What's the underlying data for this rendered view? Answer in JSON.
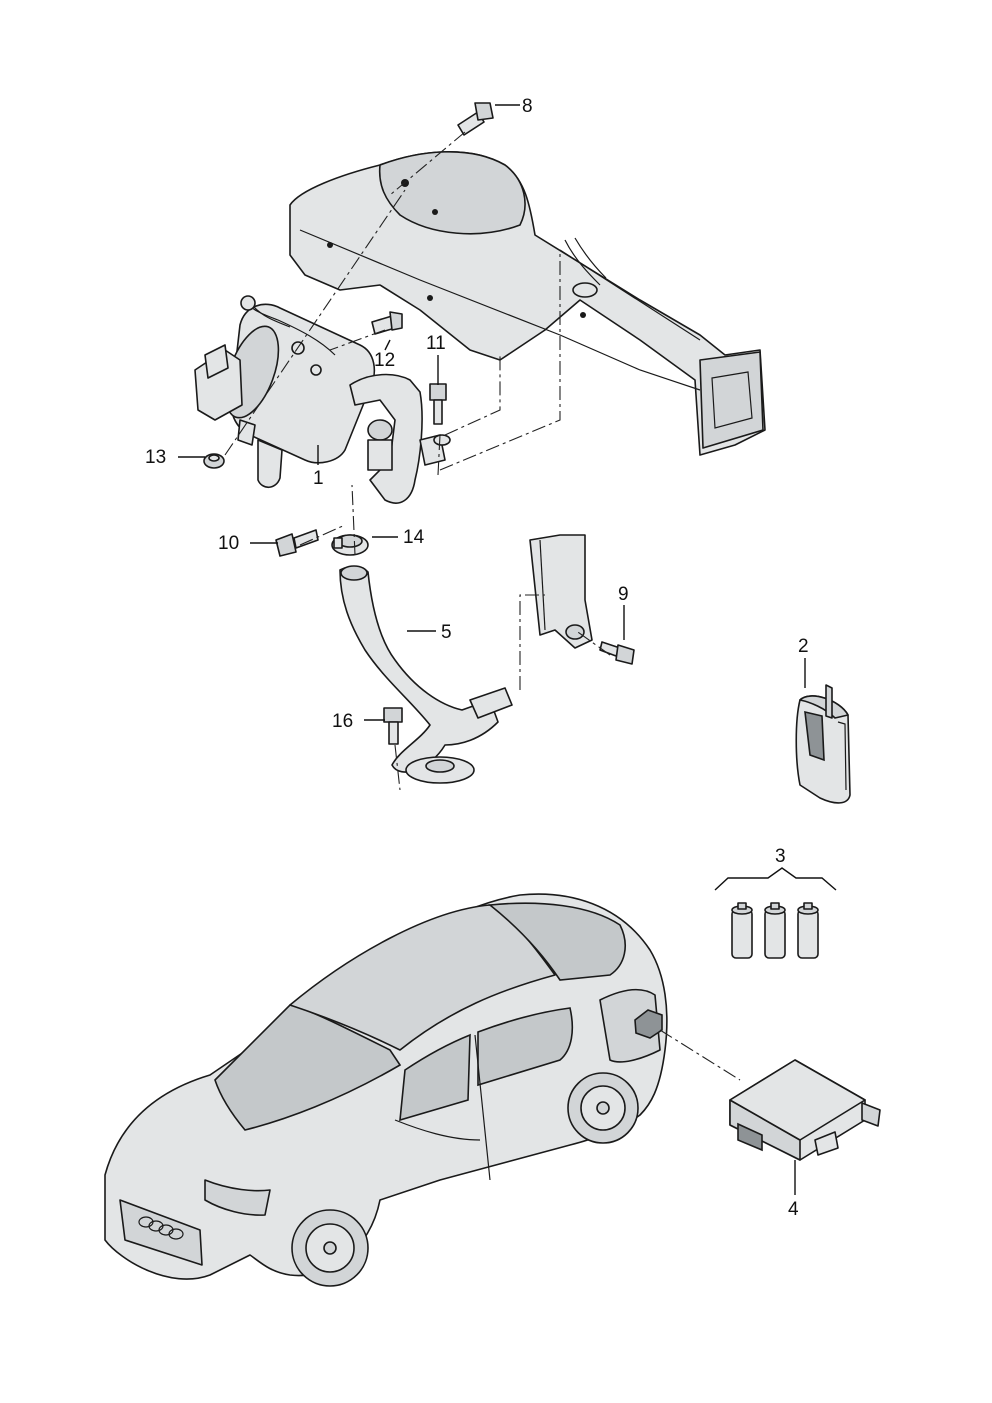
{
  "callouts": {
    "c1": "1",
    "c2": "2",
    "c3": "3",
    "c4": "4",
    "c5": "5",
    "c8": "8",
    "c9": "9",
    "c10": "10",
    "c11": "11",
    "c12": "12",
    "c13": "13",
    "c14": "14",
    "c16": "16"
  },
  "colors": {
    "line": "#1a1a1a",
    "part_fill": "#e3e5e6",
    "shade": "#d2d5d7",
    "glass": "#c4c8ca"
  }
}
